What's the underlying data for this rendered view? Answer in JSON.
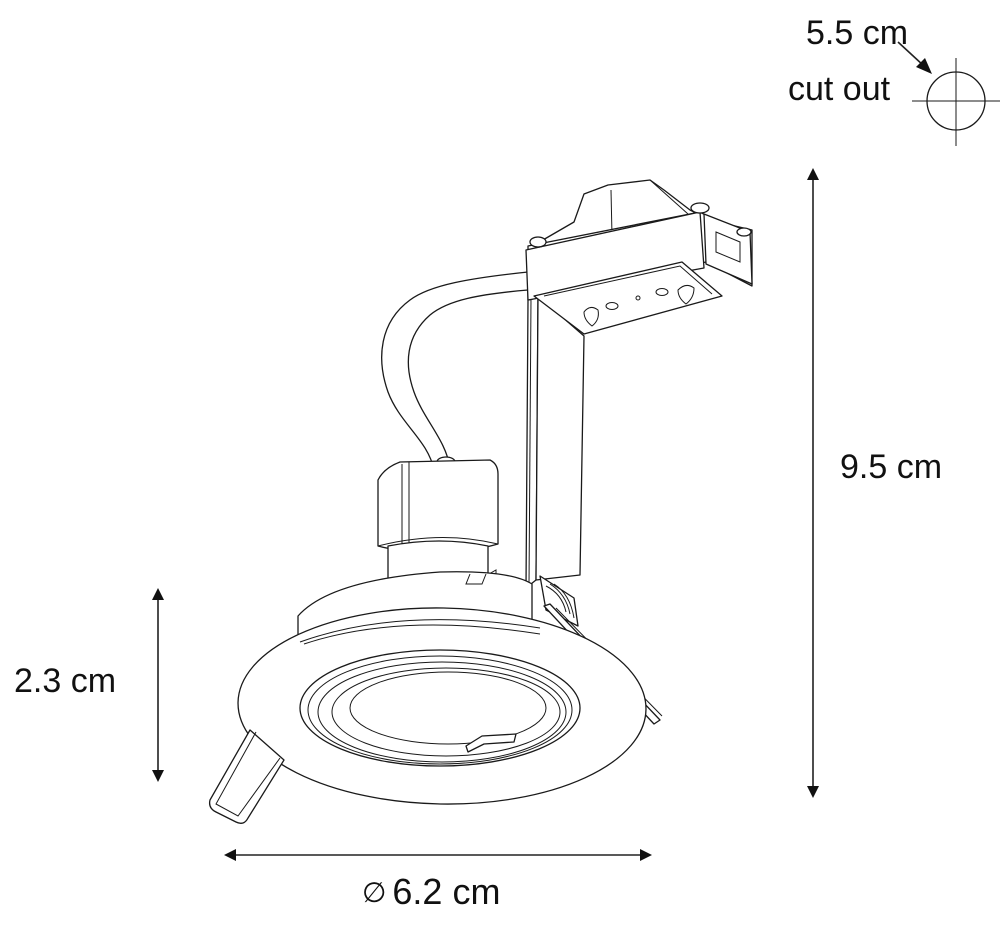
{
  "diagram": {
    "type": "product-dimension-drawing",
    "subject": "recessed spotlight fitting with tilt ring, GU10 socket, cable and junction box",
    "line_color": "#1a1a1a",
    "background": "#ffffff"
  },
  "dimensions": {
    "cutout": {
      "value": "5.5 cm",
      "label": "cut out",
      "icon": "crosshair-circle-icon"
    },
    "height": {
      "value": "9.5 cm",
      "orientation": "vertical"
    },
    "recess_depth": {
      "value": "2.3 cm",
      "orientation": "vertical"
    },
    "diameter": {
      "symbol": "∅",
      "value": "6.2 cm",
      "orientation": "horizontal"
    }
  }
}
